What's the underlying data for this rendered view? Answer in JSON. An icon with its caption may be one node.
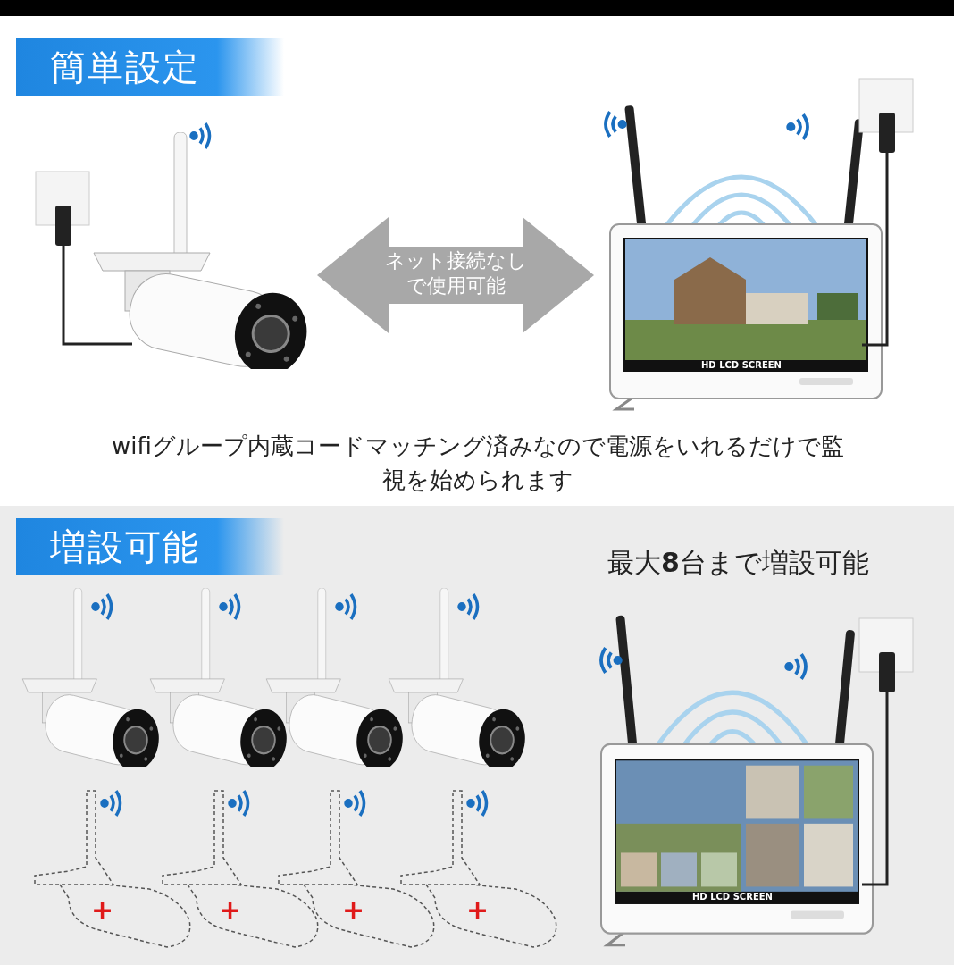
{
  "diagram": {
    "nodes": [
      {
        "text": [],
        "shape": "picture"
      },
      {
        "text": [],
        "shape": "picture"
      }
    ],
    "edges": [
      {
        "from": 0,
        "to": 1,
        "arrow": "both",
        "label": "ネット接続なしで使用可能"
      }
    ],
    "labels": [
      "簡単設定",
      "HD LCD SCREEN",
      "wifiグループ内蔵コードマッチング済みなので電源をいれるだけで監視を始められます",
      "増設可能",
      "最大**8**台まで増設可能",
      "HD LCD SCREEN",
      "+",
      "+",
      "+",
      "+"
    ]
  }
}
